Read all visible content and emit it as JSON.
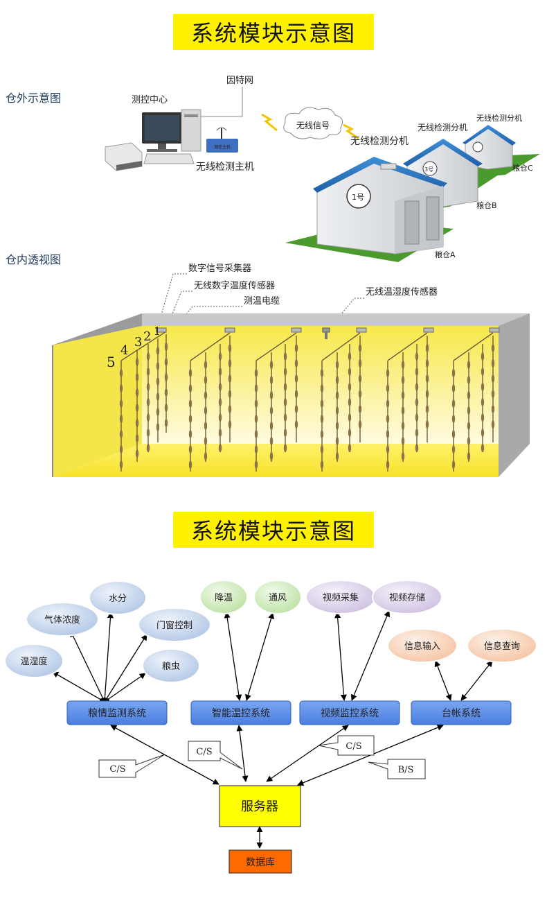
{
  "top_banner": "系统模块示意图",
  "exterior": {
    "label": "仓外示意图",
    "internet": "因特网",
    "monitor_center": "测控中心",
    "wireless_signal": "无线信号",
    "main_unit": "无线检测主机",
    "main_unit_badge": "测控主机",
    "sub_unit": "无线检测分机",
    "granaries": [
      {
        "badge": "1号",
        "name": "粮仓A"
      },
      {
        "badge": "3号",
        "name": "粮仓B"
      },
      {
        "badge": "",
        "name": "粮仓C"
      }
    ]
  },
  "interior": {
    "label": "仓内透视图",
    "collector": "数字信号采集器",
    "temp_sensor": "无线数字温度传感器",
    "temp_cable": "测温电缆",
    "humidity_sensor": "无线温湿度传感器",
    "cable_numbers": [
      "1",
      "2",
      "3",
      "4",
      "5"
    ]
  },
  "bottom_banner": "系统模块示意图",
  "modules": {
    "grain": {
      "name": "粮情监测系统",
      "items": [
        "水分",
        "气体浓度",
        "门窗控制",
        "温湿度",
        "粮虫"
      ]
    },
    "temp_control": {
      "name": "智能温控系统",
      "items": [
        "降温",
        "通风"
      ]
    },
    "video": {
      "name": "视频监控系统",
      "items": [
        "视频采集",
        "视频存储"
      ]
    },
    "ledger": {
      "name": "台帐系统",
      "items": [
        "信息输入",
        "信息查询"
      ]
    },
    "server": "服务器",
    "database": "数据库",
    "connections": [
      "C/S",
      "C/S",
      "C/S",
      "B/S"
    ]
  },
  "colors": {
    "banner": "#fff200",
    "module_box": "#5b8fe8",
    "server_box": "#ffff00",
    "database_box": "#ff6a00",
    "grain_ellipse": "#c9d8ee",
    "temp_ellipse": "#d6efc4",
    "video_ellipse": "#e1d8ee",
    "ledger_ellipse": "#fbd8c0"
  }
}
